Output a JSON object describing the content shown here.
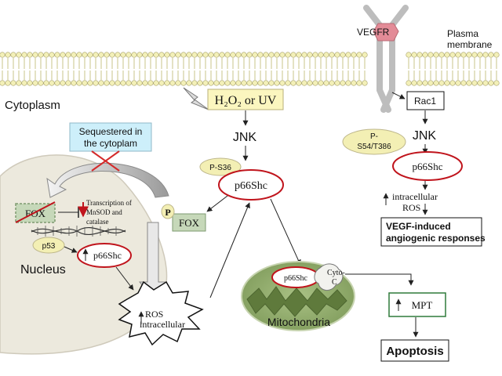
{
  "labels": {
    "vegfr": "VEGFR",
    "plasma_membrane_line1": "Plasma",
    "plasma_membrane_line2": "membrane",
    "cytoplasm": "Cytoplasm",
    "h2o2_uv": "H₂O₂ or UV",
    "jnk_left": "JNK",
    "p_s36": "P-S36",
    "p66shc_center": "p66Shc",
    "sequestered_line1": "Sequestered in",
    "sequestered_line2": "the cytoplam",
    "fox_nucleus": "FOX",
    "transcription_line1": "Transcription of",
    "transcription_line2": "MnSOD and",
    "transcription_line3": "catalase",
    "p53": "p53",
    "p66shc_nucleus": "p66Shc",
    "p_badge": "P",
    "fox_cytoplasm": "FOX",
    "nucleus": "Nucleus",
    "ros_line1": "ROS",
    "ros_line2": "intracellular",
    "rac1": "Rac1",
    "jnk_right": "JNK",
    "p_s54_line1": "P-",
    "p_s54_line2": "S54/T386",
    "p66shc_right": "p66Shc",
    "intracellular_ros_line1": "intracellular",
    "intracellular_ros_line2": "ROS",
    "vegf_line1": "VEGF-induced",
    "vegf_line2": "angiogenic responses",
    "p66shc_mito": "p66Shc",
    "cytoc_line1": "Cyto-",
    "cytoc_line2": "C",
    "mitochondria": "Mitochondria",
    "mpt": "MPT",
    "apoptosis": "Apoptosis"
  },
  "colors": {
    "membrane_head": "#f3f0b8",
    "membrane_tail": "#c9c48a",
    "h2o2_box": "#fbf6bf",
    "phospho_oval": "#f3efb4",
    "red_outline": "#c0141c",
    "sequestered_box": "#cdeffa",
    "fox_box": "#c6d8b9",
    "nucleus_fill": "#ece9dd",
    "mito_fill": "#93ad6e",
    "mpt_border": "#2f7a3a",
    "receptor": "#d8d8d8",
    "receptor_top": "#e38b97"
  }
}
